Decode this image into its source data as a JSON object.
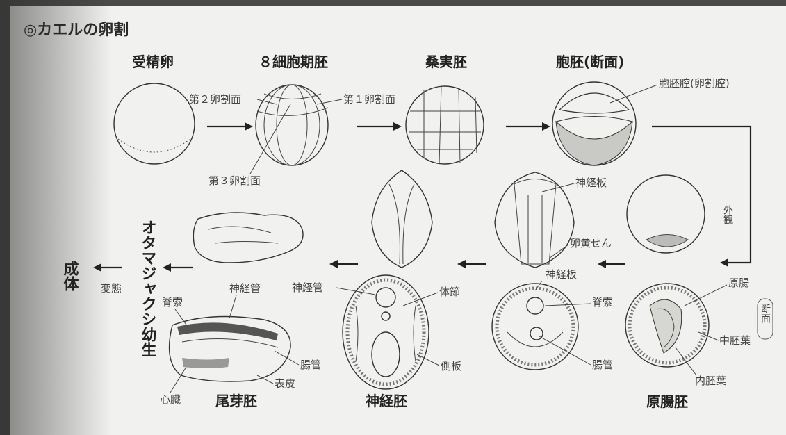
{
  "title": "◎カエルの卵割",
  "stages": {
    "fertilized_egg": "受精卵",
    "eight_cell": "８細胞期胚",
    "morula": "桑実胚",
    "blastula": "胞胚(断面)",
    "gastrula": "原腸胚",
    "neurula": "神経胚",
    "tailbud": "尾芽胚",
    "tadpole": "オタマジャクシ幼生",
    "adult": "成体"
  },
  "labels": {
    "second_cleavage": "第２卵割面",
    "first_cleavage": "第１卵割面",
    "third_cleavage": "第３卵割面",
    "blastocoel": "胞胚腔(卵割腔)",
    "exterior_view": "外観",
    "neural_plate_top": "神経板",
    "blastopore": "卵黄せん",
    "neural_plate_mid": "神経板",
    "archenteron": "原腸",
    "section": "断面",
    "mesoderm": "中胚葉",
    "endoderm": "内胚葉",
    "notochord_mid": "脊索",
    "gut_tube_mid": "腸管",
    "neural_tube_left": "神経管",
    "somite": "体節",
    "lateral_plate": "側板",
    "neural_tube_tb": "神経管",
    "notochord_tb": "脊索",
    "gut_tube_tb": "腸管",
    "epidermis": "表皮",
    "heart": "心臓",
    "metamorphosis": "変態"
  },
  "colors": {
    "ink": "#2e2e2e",
    "paper": "#f1f1ef"
  }
}
